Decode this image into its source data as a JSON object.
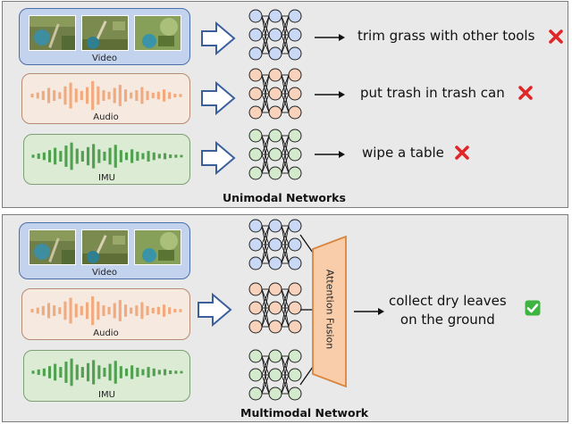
{
  "top_panel": {
    "title": "Unimodal Networks",
    "rows": [
      {
        "modality": "Video",
        "prediction": "trim grass with other tools",
        "correct": false
      },
      {
        "modality": "Audio",
        "prediction": "put trash in trash can",
        "correct": false
      },
      {
        "modality": "IMU",
        "prediction": "wipe a table",
        "correct": false
      }
    ]
  },
  "bottom_panel": {
    "title": "Multimodal Network",
    "modalities": [
      "Video",
      "Audio",
      "IMU"
    ],
    "fusion_label": "Attention Fusion",
    "prediction_line1": "collect dry leaves",
    "prediction_line2": "on the ground",
    "correct": true
  },
  "colors": {
    "video_fill": "#c3d3ee",
    "video_border": "#4c6ea8",
    "audio_fill": "#f6e9df",
    "audio_wave": "#f0aa7e",
    "imu_fill": "#dcebd4",
    "imu_wave": "#4fa04f",
    "node_blue": "#c9d9f5",
    "node_orange": "#f9d2bb",
    "node_green": "#d3ebcc",
    "fusion_fill": "#f9cda9",
    "fusion_border": "#d9853e",
    "cross_red": "#e02626",
    "check_green": "#3db540"
  }
}
